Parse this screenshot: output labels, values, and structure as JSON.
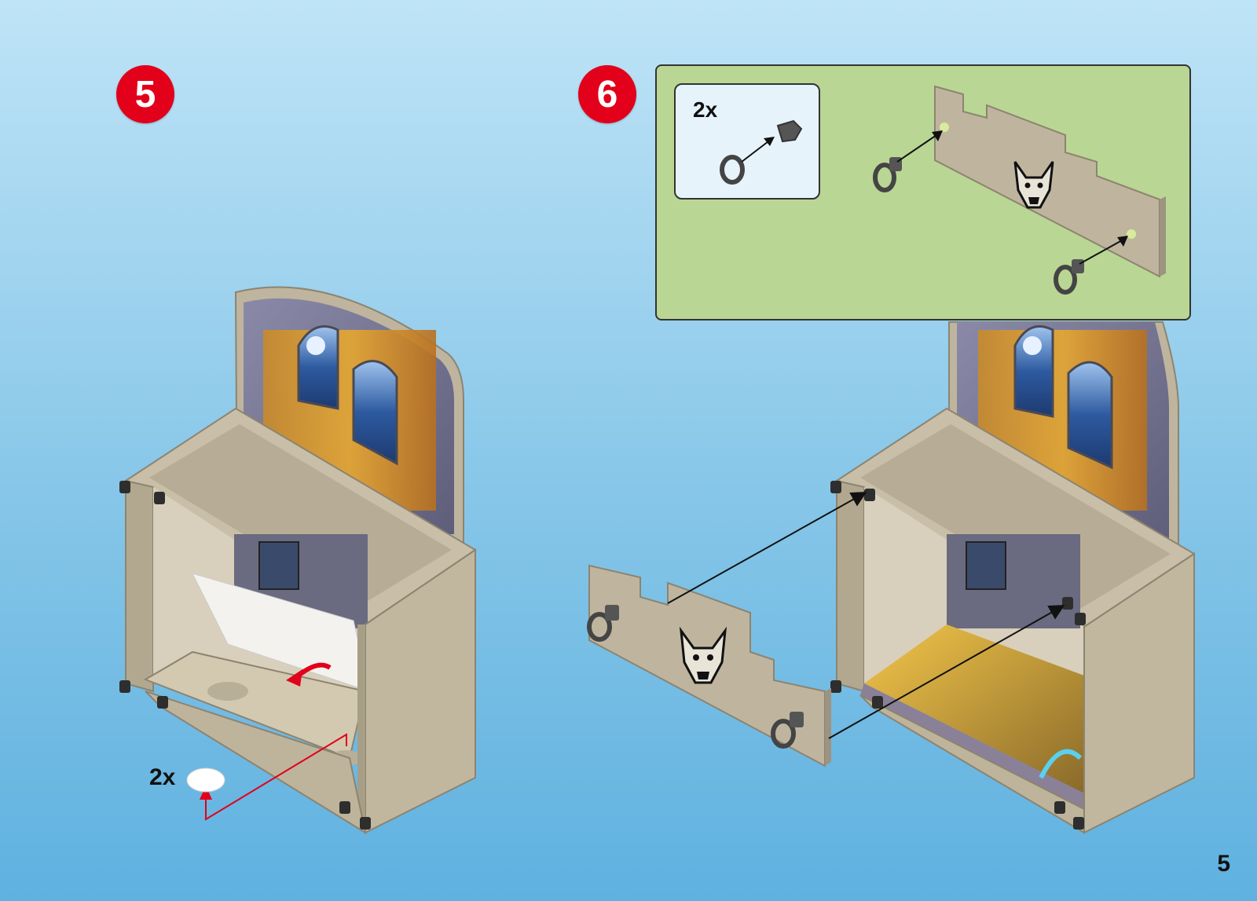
{
  "page": {
    "number": "5"
  },
  "step5": {
    "badge": "5",
    "quantity": "2x",
    "colors": {
      "badge": "#e2001a",
      "arrow": "#e2001a",
      "frame": "#bfb59e",
      "background_top": "#bfe4f7",
      "background_bottom": "#5fb1e0"
    },
    "icons": [
      "cabinet-frame",
      "castle-window-backdrop",
      "floor-sticker",
      "round-peg",
      "curved-arrow"
    ]
  },
  "step6": {
    "badge": "6",
    "callout": {
      "quantity": "2x",
      "background": "#b9d694",
      "icons": [
        "hook-clip",
        "ring",
        "wall-panel-with-wolf"
      ]
    },
    "icons": [
      "wolf-emblem-panel",
      "cabinet-frame",
      "treasure-floor",
      "connector-arrow"
    ]
  }
}
